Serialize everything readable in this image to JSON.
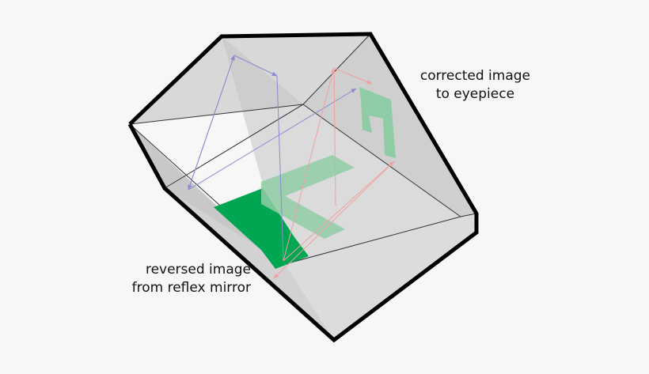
{
  "labels": {
    "corrected": [
      "corrected image",
      "to eyepiece"
    ],
    "reversed": [
      "reversed image",
      "from reflex mirror"
    ]
  },
  "colors": {
    "background": "#f7f7f7",
    "prism_face": "#d3d3d3",
    "edge": "#000000",
    "green_solid": "#00a651",
    "green_faded": "#8fcca6",
    "ray_blue": "#8b8bcf",
    "ray_red": "#f2a0a0"
  }
}
